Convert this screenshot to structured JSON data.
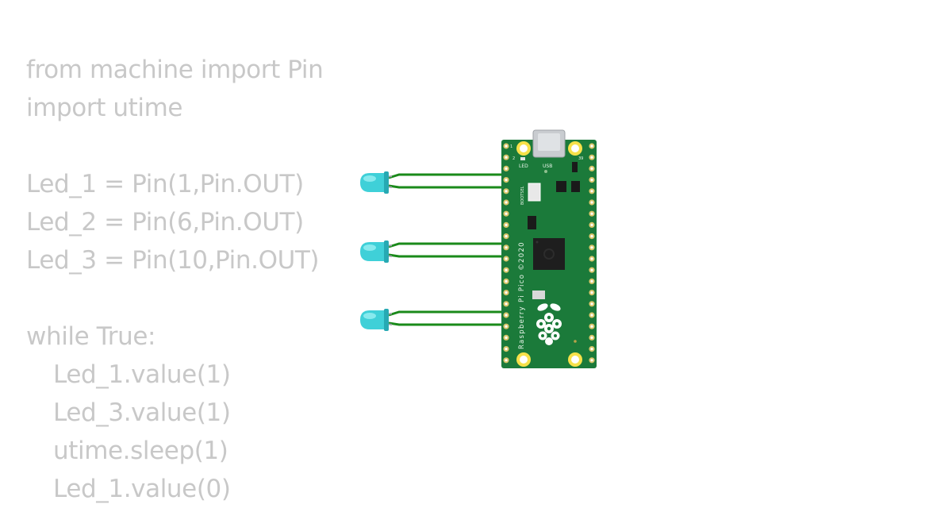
{
  "code": {
    "lines": [
      {
        "text": "from machine import Pin",
        "indent": false
      },
      {
        "text": "import utime",
        "indent": false
      },
      {
        "text": "",
        "indent": false
      },
      {
        "text": "Led_1 = Pin(1,Pin.OUT)",
        "indent": false
      },
      {
        "text": "Led_2 = Pin(6,Pin.OUT)",
        "indent": false
      },
      {
        "text": "Led_3 = Pin(10,Pin.OUT)",
        "indent": false
      },
      {
        "text": "",
        "indent": false
      },
      {
        "text": "while True:",
        "indent": false
      },
      {
        "text": "Led_1.value(1)",
        "indent": true
      },
      {
        "text": "Led_3.value(1)",
        "indent": true
      },
      {
        "text": "utime.sleep(1)",
        "indent": true
      },
      {
        "text": "Led_1.value(0)",
        "indent": true
      }
    ]
  },
  "board": {
    "label": "Raspberry Pi Pico ©2020",
    "led_label": "LED",
    "usb_label": "USB",
    "bootsel_label": "BOOTSEL",
    "pin_top_left": "1",
    "pin_top_left2": "2",
    "pin_top_right": "39",
    "color": "#1b7a3a"
  },
  "leds": {
    "count": 3,
    "color": "#36c6d0"
  },
  "wire_color": "#1a8a1a"
}
